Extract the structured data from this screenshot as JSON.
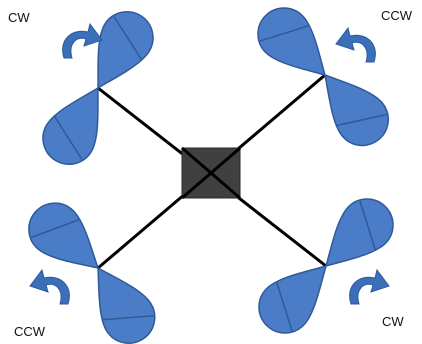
{
  "colors": {
    "blade_fill": "#4a7cc7",
    "blade_stroke": "#2f5a99",
    "arrow_fill": "#3c6fba",
    "arm": "#000000",
    "body": "#404040",
    "label": "#111111"
  },
  "rotors": [
    {
      "position": "top-left",
      "direction_label": "CW",
      "arrow_icon": "clockwise-arrow-icon"
    },
    {
      "position": "top-right",
      "direction_label": "CCW",
      "arrow_icon": "counter-clockwise-arrow-icon"
    },
    {
      "position": "bottom-left",
      "direction_label": "CCW",
      "arrow_icon": "counter-clockwise-arrow-icon"
    },
    {
      "position": "bottom-right",
      "direction_label": "CW",
      "arrow_icon": "clockwise-arrow-icon"
    }
  ]
}
